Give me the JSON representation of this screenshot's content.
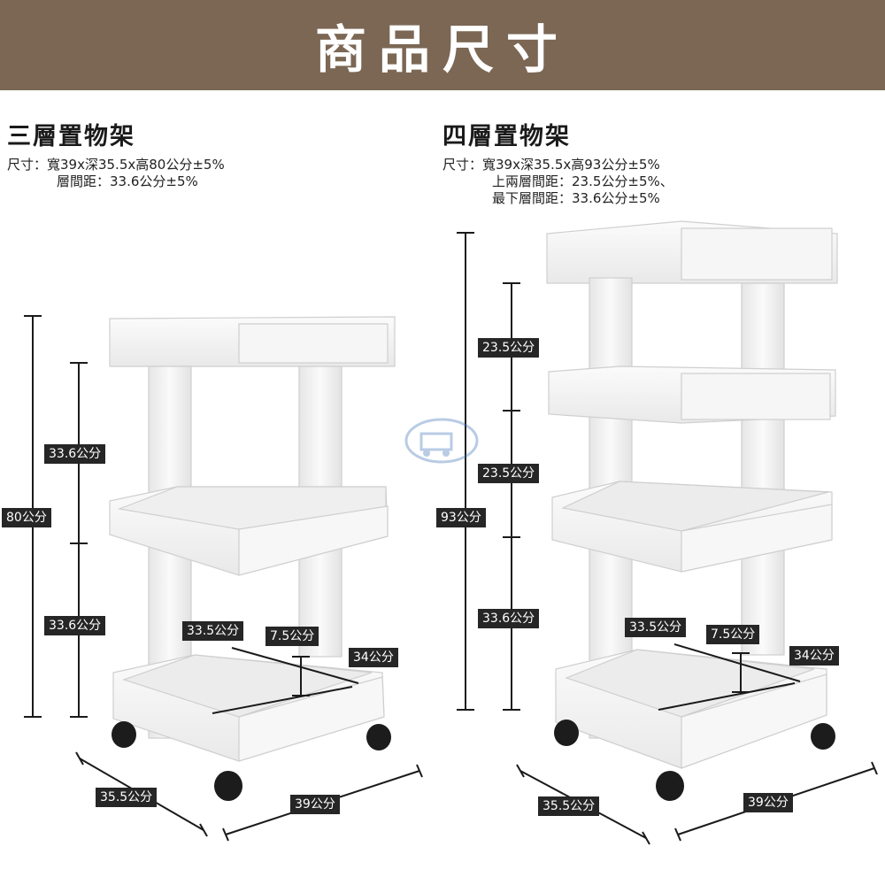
{
  "header": {
    "title": "商品尺寸"
  },
  "three_tier": {
    "name": "三層置物架",
    "size_line": "尺寸：寬39x深35.5x高80公分±5%",
    "spacing_line": "層間距：33.6公分±5%",
    "labels": {
      "height_total": "80公分",
      "gap_upper": "33.6公分",
      "gap_lower": "33.6公分",
      "inner_width": "33.5公分",
      "inner_depth_height": "7.5公分",
      "inner_depth": "34公分",
      "outer_depth": "35.5公分",
      "outer_width": "39公分"
    }
  },
  "four_tier": {
    "name": "四層置物架",
    "size_line": "尺寸：寬39x深35.5x高93公分±5%",
    "spacing_line_1": "上兩層間距：23.5公分±5%、",
    "spacing_line_2": "最下層間距：33.6公分±5%",
    "labels": {
      "height_total": "93公分",
      "gap_top": "23.5公分",
      "gap_middle": "23.5公分",
      "gap_bottom": "33.6公分",
      "inner_width": "33.5公分",
      "inner_depth_height": "7.5公分",
      "inner_depth": "34公分",
      "outer_depth": "35.5公分",
      "outer_width": "39公分"
    }
  },
  "colors": {
    "header_bg": "#7b6754",
    "label_bg": "#262626",
    "shelf": "#f4f4f4",
    "wheel": "#1c1c1c"
  }
}
